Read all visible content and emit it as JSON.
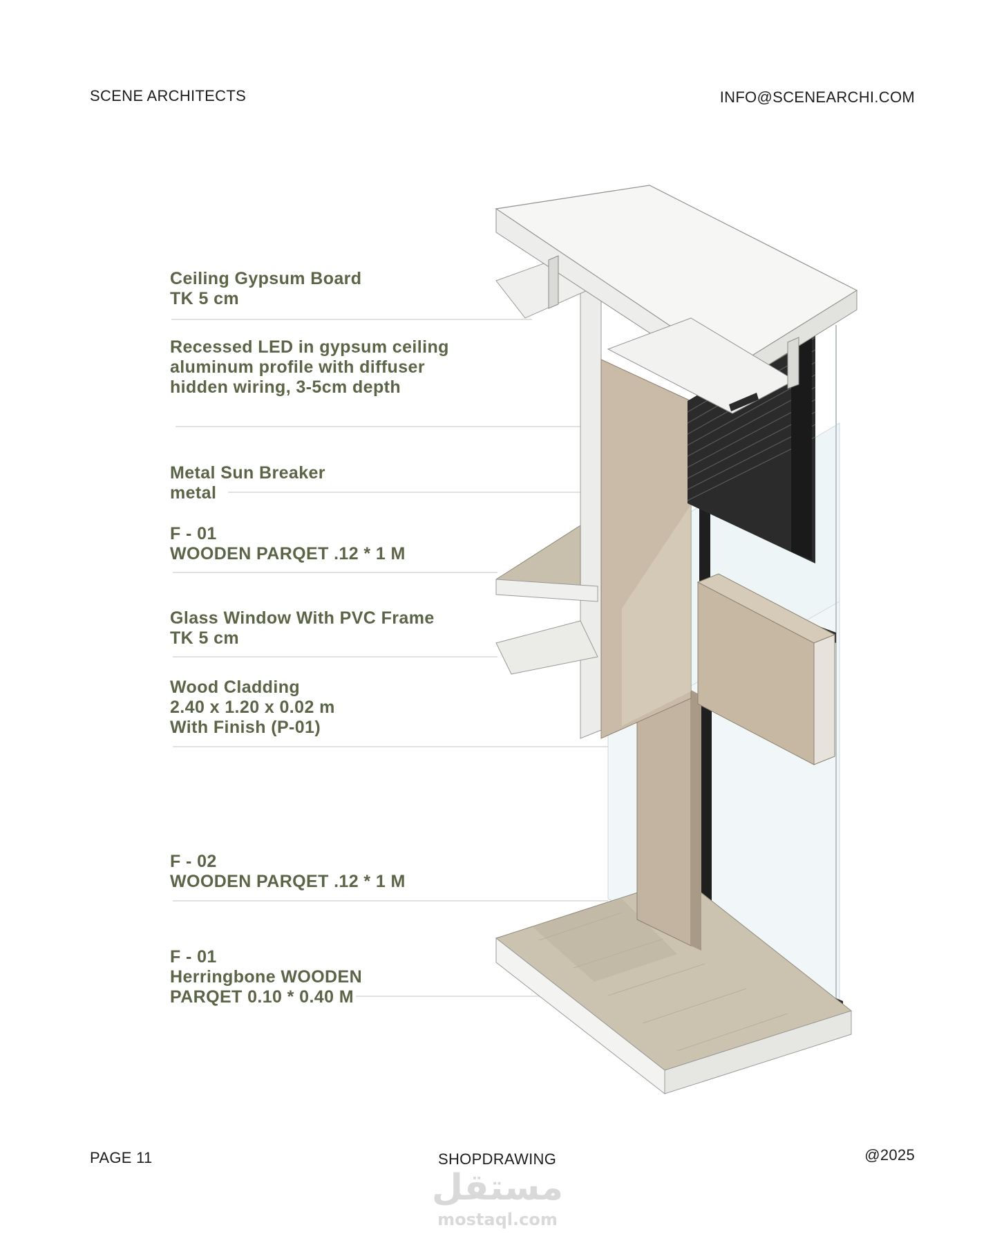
{
  "header": {
    "brand": "SCENE ARCHITECTS",
    "email": "INFO@SCENEARCHI.COM"
  },
  "footer": {
    "page": "PAGE 11",
    "doc_type": "SHOPDRAWING",
    "year": "@2025"
  },
  "annotations": [
    {
      "lines": [
        "Ceiling Gypsum Board",
        "TK 5 cm"
      ]
    },
    {
      "lines": [
        "Recessed LED in gypsum ceiling",
        "aluminum profile with diffuser",
        "hidden wiring, 3-5cm depth"
      ]
    },
    {
      "lines": [
        "Metal Sun Breaker",
        "metal"
      ]
    },
    {
      "lines": [
        "F - 01",
        "WOODEN PARQET .12 * 1 M"
      ]
    },
    {
      "lines": [
        "Glass Window With PVC Frame",
        "TK 5 cm"
      ]
    },
    {
      "lines": [
        "Wood Cladding",
        "2.40 x 1.20 x 0.02 m",
        "With Finish (P-01)"
      ]
    },
    {
      "lines": [
        "F - 02",
        "WOODEN PARQET .12 * 1 M"
      ]
    },
    {
      "lines": [
        "F - 01",
        "Herringbone WOODEN",
        "PARQET 0.10 * 0.40 M"
      ]
    }
  ],
  "watermark": {
    "arabic": "مستقل",
    "latin": "mostaql.com"
  },
  "colors": {
    "annotation_text": "#5b6447",
    "slab_white": "#f4f4f2",
    "wood_cladding": "#c9bba8",
    "parquet": "#c8c0ad",
    "blinds": "#2a2a2a",
    "glass": "#eef5f7"
  }
}
